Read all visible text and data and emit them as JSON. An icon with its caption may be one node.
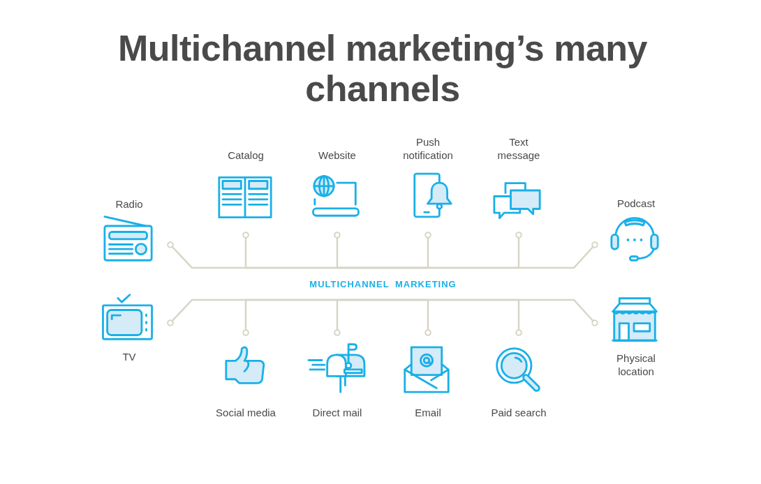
{
  "diagram": {
    "title": "Multichannel marketing’s many channels",
    "nodes": [
      {
        "text": [
          "MULTICHANNEL MARKETING"
        ]
      },
      {
        "text": [
          "Radio"
        ]
      },
      {
        "text": [
          "Catalog"
        ]
      },
      {
        "text": [
          "Website"
        ]
      },
      {
        "text": [
          "Push notification"
        ]
      },
      {
        "text": [
          "Text message"
        ]
      },
      {
        "text": [
          "Podcast"
        ]
      },
      {
        "text": [
          "TV"
        ]
      },
      {
        "text": [
          "Social media"
        ]
      },
      {
        "text": [
          "Direct mail"
        ]
      },
      {
        "text": [
          "Email"
        ]
      },
      {
        "text": [
          "Paid search"
        ]
      },
      {
        "text": [
          "Physical location"
        ]
      }
    ],
    "edges": [
      {
        "from": 0,
        "to": 1,
        "arrow": "other"
      },
      {
        "from": 0,
        "to": 2,
        "arrow": "other"
      },
      {
        "from": 0,
        "to": 3,
        "arrow": "other"
      },
      {
        "from": 0,
        "to": 4,
        "arrow": "other"
      },
      {
        "from": 0,
        "to": 5,
        "arrow": "other"
      },
      {
        "from": 0,
        "to": 6,
        "arrow": "other"
      },
      {
        "from": 0,
        "to": 7,
        "arrow": "other"
      },
      {
        "from": 0,
        "to": 8,
        "arrow": "other"
      },
      {
        "from": 0,
        "to": 9,
        "arrow": "other"
      },
      {
        "from": 0,
        "to": 10,
        "arrow": "other"
      },
      {
        "from": 0,
        "to": 11,
        "arrow": "other"
      },
      {
        "from": 0,
        "to": 12,
        "arrow": "other"
      }
    ]
  }
}
